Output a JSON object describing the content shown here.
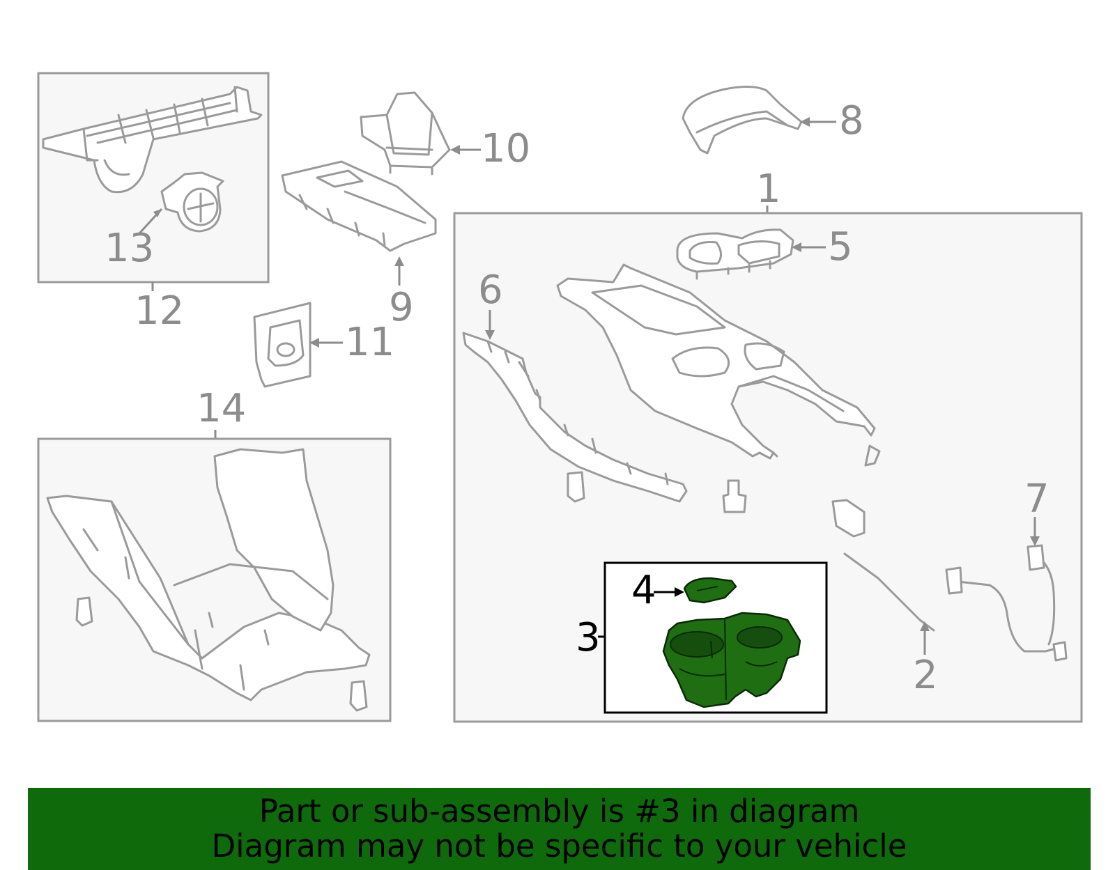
{
  "callouts": {
    "c1": "1",
    "c2": "2",
    "c3": "3",
    "c4": "4",
    "c5": "5",
    "c6": "6",
    "c7": "7",
    "c8": "8",
    "c9": "9",
    "c10": "10",
    "c11": "11",
    "c12": "12",
    "c13": "13",
    "c14": "14"
  },
  "highlighted_part": "3",
  "colors": {
    "highlight": "#1f6e12",
    "banner_bg": "#0f6a0c",
    "line": "#9a9a9a"
  },
  "banner": {
    "line1": "Part or sub-assembly is #3 in diagram",
    "line2": "Diagram may not be specific to your vehicle"
  }
}
